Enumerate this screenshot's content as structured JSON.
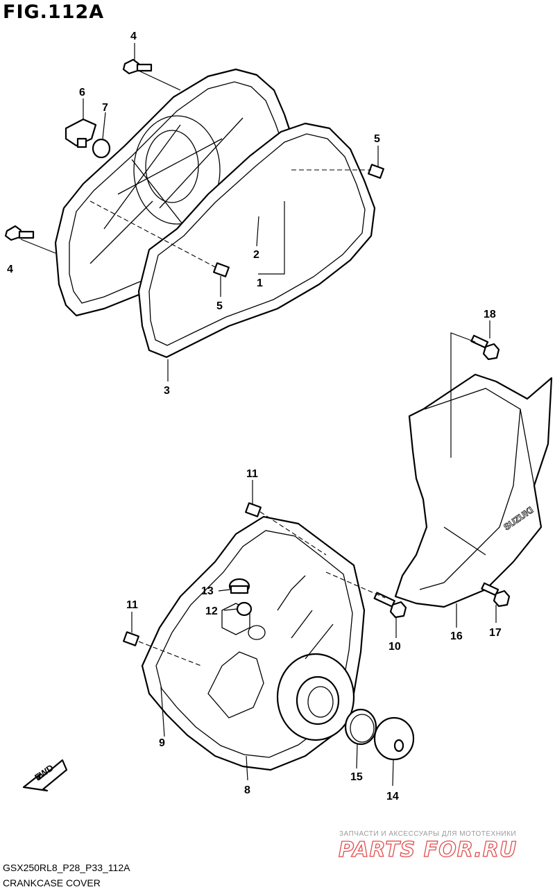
{
  "figure": {
    "title": "FIG.112A",
    "code": "GSX250RL8_P28_P33_112A",
    "caption": "CRANKCASE COVER"
  },
  "callouts": [
    "1",
    "2",
    "3",
    "4",
    "4",
    "5",
    "5",
    "6",
    "7",
    "8",
    "9",
    "10",
    "11",
    "11",
    "12",
    "13",
    "14",
    "15",
    "16",
    "17",
    "18"
  ],
  "cover_logo": "SUZUKI",
  "fwd_label": "FWD",
  "watermark": {
    "tagline": "ЗАПЧАСТИ И АКСЕССУАРЫ ДЛЯ МОТОТЕХНИКИ",
    "logo": "PARTS FOR.RU"
  }
}
